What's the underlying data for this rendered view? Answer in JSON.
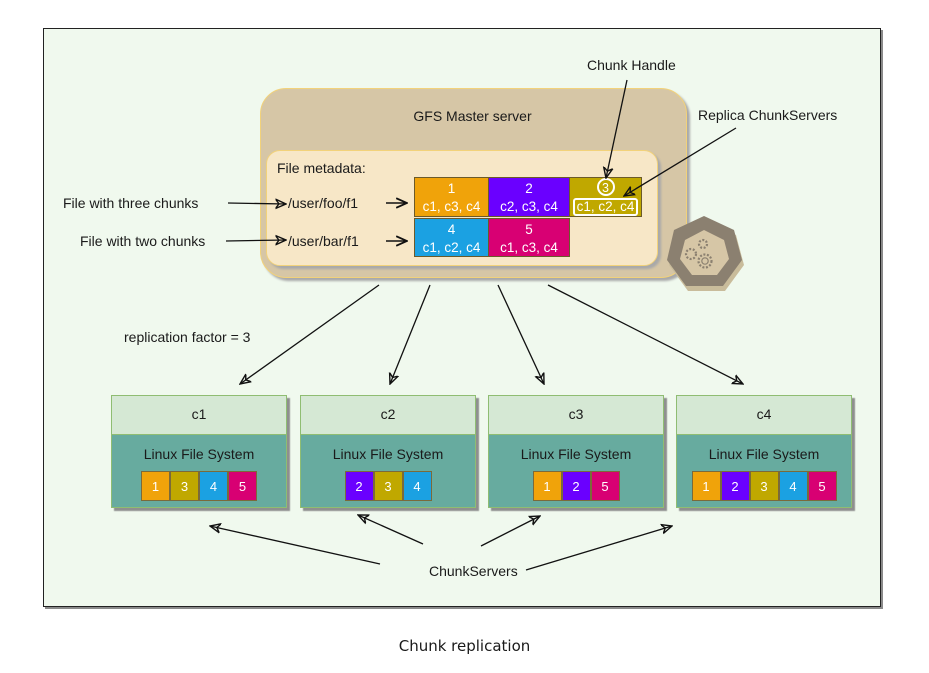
{
  "caption": "Chunk replication",
  "master": {
    "title": "GFS Master server",
    "metadata_title": "File metadata:",
    "icon": "gears-icon"
  },
  "annotations": {
    "chunk_handle": "Chunk Handle",
    "replica_chunkservers": "Replica ChunkServers",
    "file_three_chunks": "File with three chunks",
    "file_two_chunks": "File with two chunks",
    "replication_factor": "replication factor = 3",
    "chunkservers": "ChunkServers"
  },
  "colors": {
    "chunk1": "#f0a30a",
    "chunk2": "#6a00ff",
    "chunk3": "#c0a800",
    "chunk4": "#1ba1e2",
    "chunk5": "#d80073"
  },
  "files": [
    {
      "path": "/user/foo/f1",
      "chunks": [
        {
          "id": "1",
          "replicas": "c1, c3, c4"
        },
        {
          "id": "2",
          "replicas": "c2, c3, c4"
        },
        {
          "id": "3",
          "replicas": "c1,  c2, c4"
        }
      ]
    },
    {
      "path": "/user/bar/f1",
      "chunks": [
        {
          "id": "4",
          "replicas": "c1, c2, c4"
        },
        {
          "id": "5",
          "replicas": "c1, c3, c4"
        }
      ]
    }
  ],
  "servers": [
    {
      "name": "c1",
      "fs_label": "Linux File System",
      "chunks": [
        "1",
        "3",
        "4",
        "5"
      ]
    },
    {
      "name": "c2",
      "fs_label": "Linux File System",
      "chunks": [
        "2",
        "3",
        "4"
      ]
    },
    {
      "name": "c3",
      "fs_label": "Linux File System",
      "chunks": [
        "1",
        "2",
        "5"
      ]
    },
    {
      "name": "c4",
      "fs_label": "Linux File System",
      "chunks": [
        "1",
        "2",
        "3",
        "4",
        "5"
      ]
    }
  ]
}
